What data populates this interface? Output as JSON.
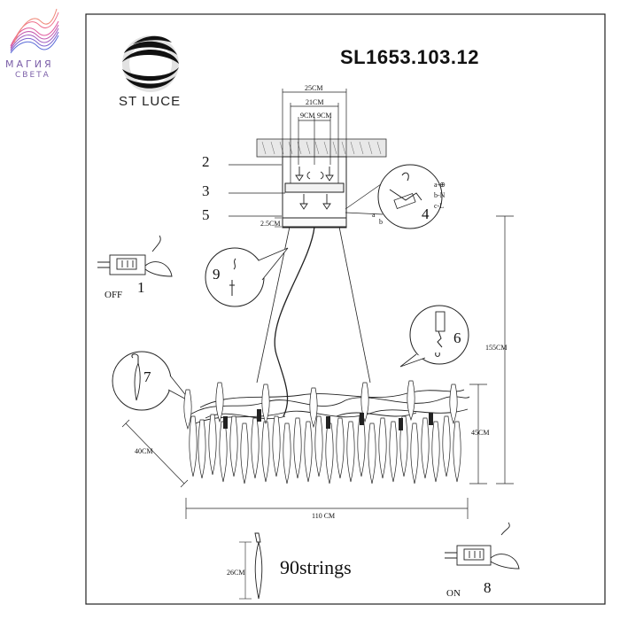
{
  "brand": {
    "logo_line1": "МАГИЯ",
    "logo_line2": "СВЕТА",
    "maker": "ST LUCE"
  },
  "model": "SL1653.103.12",
  "dimensions": {
    "canopy_width": "25CM",
    "bracket_width": "21CM",
    "hole_left": "9CM",
    "hole_right": "9CM",
    "canopy_depth": "2.5CM",
    "total_height": "155CM",
    "body_height": "45CM",
    "body_depth": "40CM",
    "body_width": "110 CM",
    "pendant_length": "26CM"
  },
  "steps": {
    "s1": "1",
    "s2": "2",
    "s3": "3",
    "s4": "4",
    "s5": "5",
    "s6": "6",
    "s7": "7",
    "s8": "8",
    "s9": "9"
  },
  "switch": {
    "off": "OFF",
    "on": "ON"
  },
  "wiring": {
    "a": "a-⊕",
    "b": "b-N",
    "c": "c-L",
    "la": "a",
    "lb": "b"
  },
  "strings_label": "90strings"
}
